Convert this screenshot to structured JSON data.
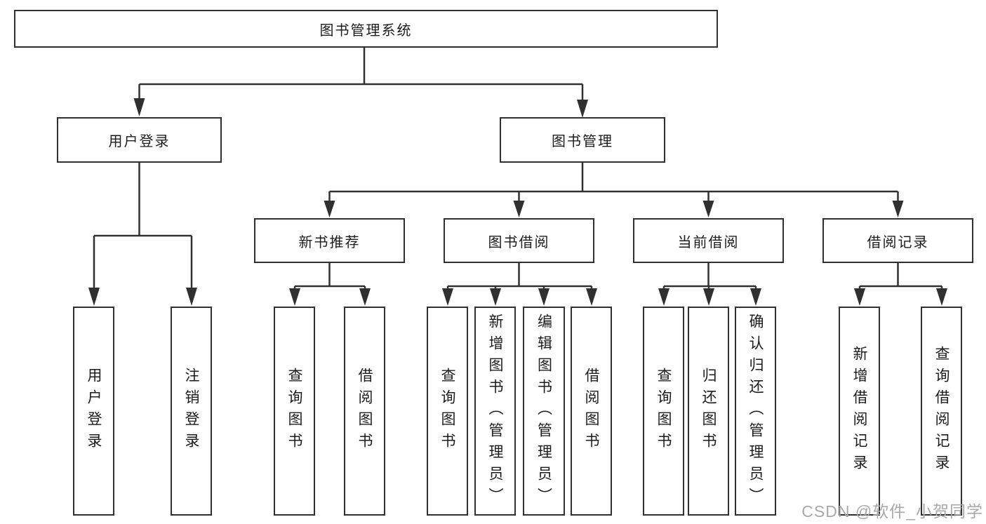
{
  "diagram": {
    "title_note": "library management system feature tree",
    "root": {
      "label": "图书管理系统"
    },
    "level2": [
      {
        "label": "用户登录"
      },
      {
        "label": "图书管理"
      }
    ],
    "level3": [
      {
        "label": "新书推荐",
        "parent": "图书管理"
      },
      {
        "label": "图书借阅",
        "parent": "图书管理"
      },
      {
        "label": "当前借阅",
        "parent": "图书管理"
      },
      {
        "label": "借阅记录",
        "parent": "图书管理"
      }
    ],
    "leaves": [
      {
        "label": "用户登录",
        "parent": "用户登录"
      },
      {
        "label": "注销登录",
        "parent": "用户登录"
      },
      {
        "label": "查询图书",
        "parent": "新书推荐"
      },
      {
        "label": "借阅图书",
        "parent": "新书推荐"
      },
      {
        "label": "查询图书",
        "parent": "图书借阅"
      },
      {
        "label": "新增图书（管理员）",
        "parent": "图书借阅"
      },
      {
        "label": "编辑图书（管理员）",
        "parent": "图书借阅"
      },
      {
        "label": "借阅图书",
        "parent": "图书借阅"
      },
      {
        "label": "查询图书",
        "parent": "当前借阅"
      },
      {
        "label": "归还图书",
        "parent": "当前借阅"
      },
      {
        "label": "确认归还（管理员）",
        "parent": "当前借阅"
      },
      {
        "label": "新增借阅记录",
        "parent": "借阅记录"
      },
      {
        "label": "查询借阅记录",
        "parent": "借阅记录"
      }
    ],
    "colors": {
      "line": "#303030",
      "box_border": "#303030",
      "box_background": "#ffffff",
      "text": "#1c1c1c",
      "watermark": "#a8a8a8"
    },
    "watermark": "CSDN @软件_小贺同学"
  }
}
